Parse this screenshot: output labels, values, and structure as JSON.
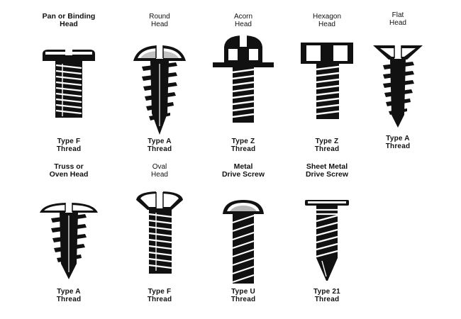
{
  "screws": [
    {
      "top": "Pan or Binding\nHead",
      "bottom": "Type F\nThread"
    },
    {
      "top": "Round\nHead",
      "bottom": "Type A\nThread"
    },
    {
      "top": "Acorn\nHead",
      "bottom": "Type Z\nThread"
    },
    {
      "top": "Hexagon\nHead",
      "bottom": "Type Z\nThread"
    },
    {
      "top": "Flat\nHead",
      "bottom": "Type A\nThread"
    },
    {
      "top": "Truss or\nOven Head",
      "bottom": "Type A\nThread"
    },
    {
      "top": "Oval\nHead",
      "bottom": "Type F\nThread"
    },
    {
      "top": "Metal\nDrive Screw",
      "bottom": "Type U\nThread"
    },
    {
      "top": "Sheet Metal\nDrive Screw",
      "bottom": "Type 21\nThread"
    }
  ],
  "icons": [
    "pan-head-screw-icon",
    "round-head-screw-icon",
    "acorn-head-screw-icon",
    "hexagon-head-screw-icon",
    "flat-head-screw-icon",
    "truss-head-screw-icon",
    "oval-head-screw-icon",
    "metal-drive-screw-icon",
    "sheet-metal-drive-screw-icon"
  ]
}
